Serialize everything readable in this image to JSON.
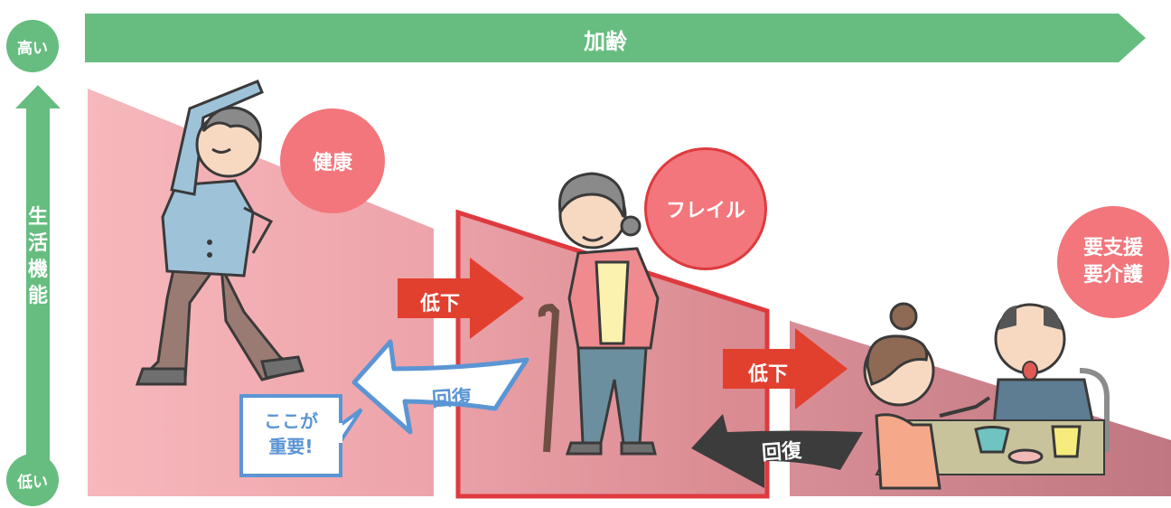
{
  "aging_arrow": {
    "label": "加齢"
  },
  "axis": {
    "high": "高い",
    "low": "低い",
    "label": "生活機能"
  },
  "stages": [
    {
      "label": "健康"
    },
    {
      "label": "フレイル"
    },
    {
      "label": "要支援\n要介護"
    }
  ],
  "arrows": {
    "decline_1": "低下",
    "decline_2": "低下",
    "recovery_1": "回復",
    "recovery_2": "回復"
  },
  "callout": {
    "text": "ここが\n重要!"
  },
  "colors": {
    "green": "#66bd7f",
    "pink_light": "#f4b1b5",
    "pink_mid": "#e4959d",
    "pink_dark": "#c77c86",
    "red_frame": "#de3a3e",
    "red_arrow": "#e2402f",
    "circle_pink": "#f2767b",
    "blue": "#5b95d4",
    "dark_arrow": "#3c3c3c"
  }
}
